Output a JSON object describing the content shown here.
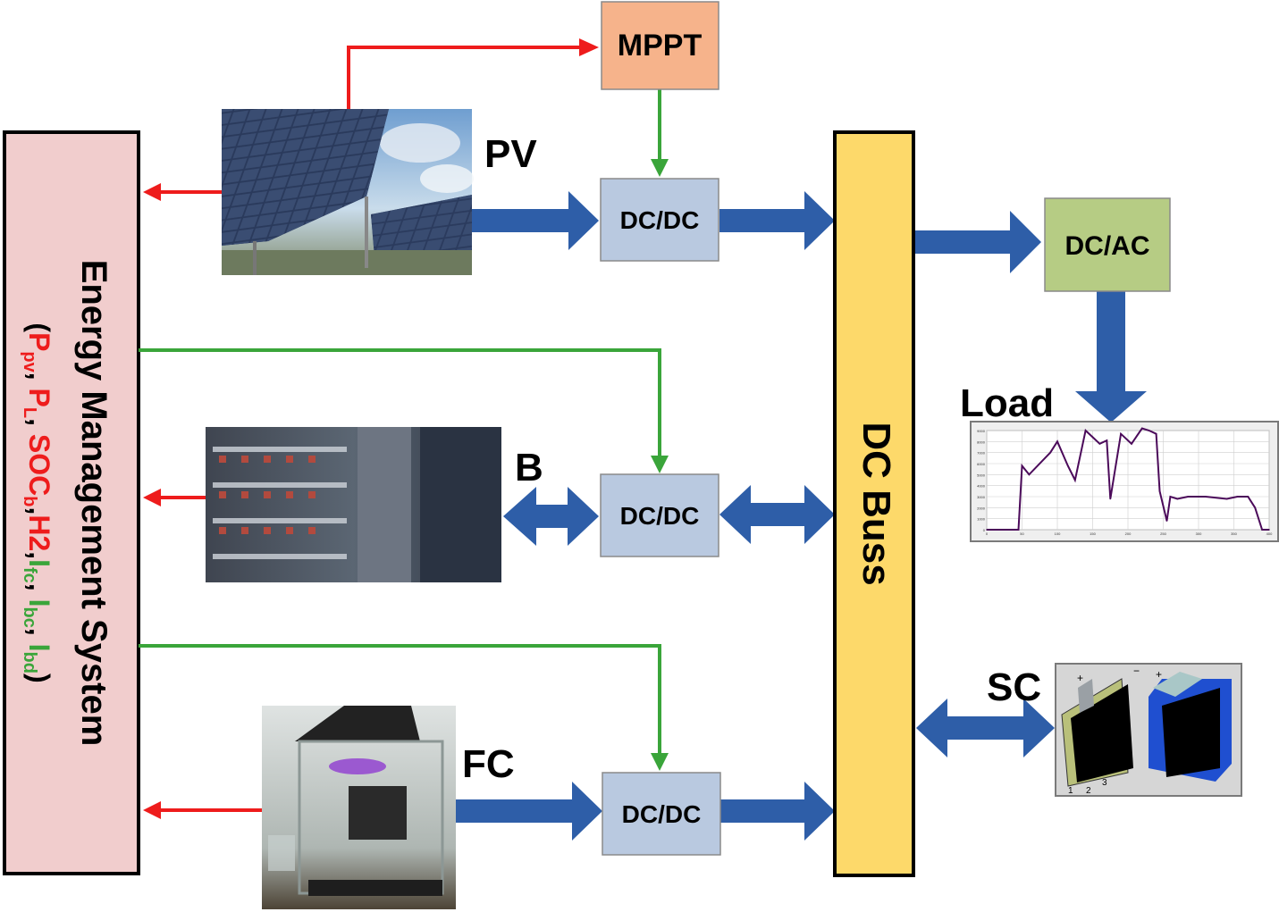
{
  "ems": {
    "title_line1": "Energy Management System",
    "open_paren": "(",
    "close_paren": ")",
    "p_pv_main": "P",
    "p_pv_sub": "pv",
    "p_l_main": "P",
    "p_l_sub": "L",
    "soc_main": "SOC",
    "soc_sub": "b",
    "h2": "H2",
    "ifc_main": "I",
    "ifc_sub": "fc",
    "ibc_main": "I",
    "ibc_sub": "bc",
    "ibd_main": "I",
    "ibd_sub": "bd",
    "sep": ", ",
    "sep_short": ","
  },
  "blocks": {
    "mppt": "MPPT",
    "dcdc_pv": "DC/DC",
    "dcdc_b": "DC/DC",
    "dcdc_fc": "DC/DC",
    "dcac": "DC/AC",
    "dc_bus": "DC Buss"
  },
  "labels": {
    "pv": "PV",
    "battery": "B",
    "fuel_cell": "FC",
    "load": "Load",
    "supercap": "SC"
  },
  "load_chart": {
    "x_ticks": [
      "0",
      "50",
      "100",
      "150",
      "200",
      "250",
      "300",
      "350",
      "400"
    ],
    "y_ticks": [
      "0",
      "1000",
      "2000",
      "3000",
      "4000",
      "5000",
      "6000",
      "7000",
      "8000",
      "9000"
    ]
  },
  "supercap_image": {
    "terminal_plus_1": "+",
    "terminal_minus_1": "−",
    "terminal_plus_2": "+",
    "label_1": "1",
    "label_2": "2",
    "label_3": "3"
  },
  "chart_data": {
    "type": "line",
    "title": "",
    "xlabel": "",
    "ylabel": "",
    "xlim": [
      0,
      400
    ],
    "ylim": [
      0,
      9000
    ],
    "grid": true,
    "series": [
      {
        "color": "#4b0a5a",
        "x": [
          0,
          40,
          45,
          50,
          60,
          90,
          100,
          115,
          125,
          140,
          150,
          160,
          170,
          175,
          190,
          205,
          220,
          230,
          240,
          245,
          255,
          260,
          270,
          285,
          300,
          310,
          340,
          355,
          370,
          380,
          390,
          400
        ],
        "y": [
          0,
          0,
          0,
          5800,
          5000,
          7000,
          8000,
          5800,
          4500,
          9000,
          8400,
          7800,
          8100,
          2800,
          8700,
          7800,
          9200,
          9000,
          8700,
          3500,
          800,
          3000,
          2800,
          3000,
          3000,
          3000,
          2800,
          3000,
          3000,
          2000,
          0,
          0
        ]
      }
    ]
  },
  "colors": {
    "ems_fill": "#f1cdcd",
    "mppt_fill": "#f6b38b",
    "dcdc_fill": "#b9c9e0",
    "dcac_fill": "#b6cc84",
    "bus_fill": "#fdd96a",
    "power_arrow": "#2e5ea8",
    "signal_red": "#ee1c1c",
    "signal_green": "#3aa53a"
  },
  "icons": {
    "pv_panel": "solar-panel-photo-icon",
    "battery_rack": "battery-rack-photo-icon",
    "fuel_cell": "fuel-cell-photo-icon",
    "supercapacitor": "supercapacitor-illustration-icon"
  }
}
